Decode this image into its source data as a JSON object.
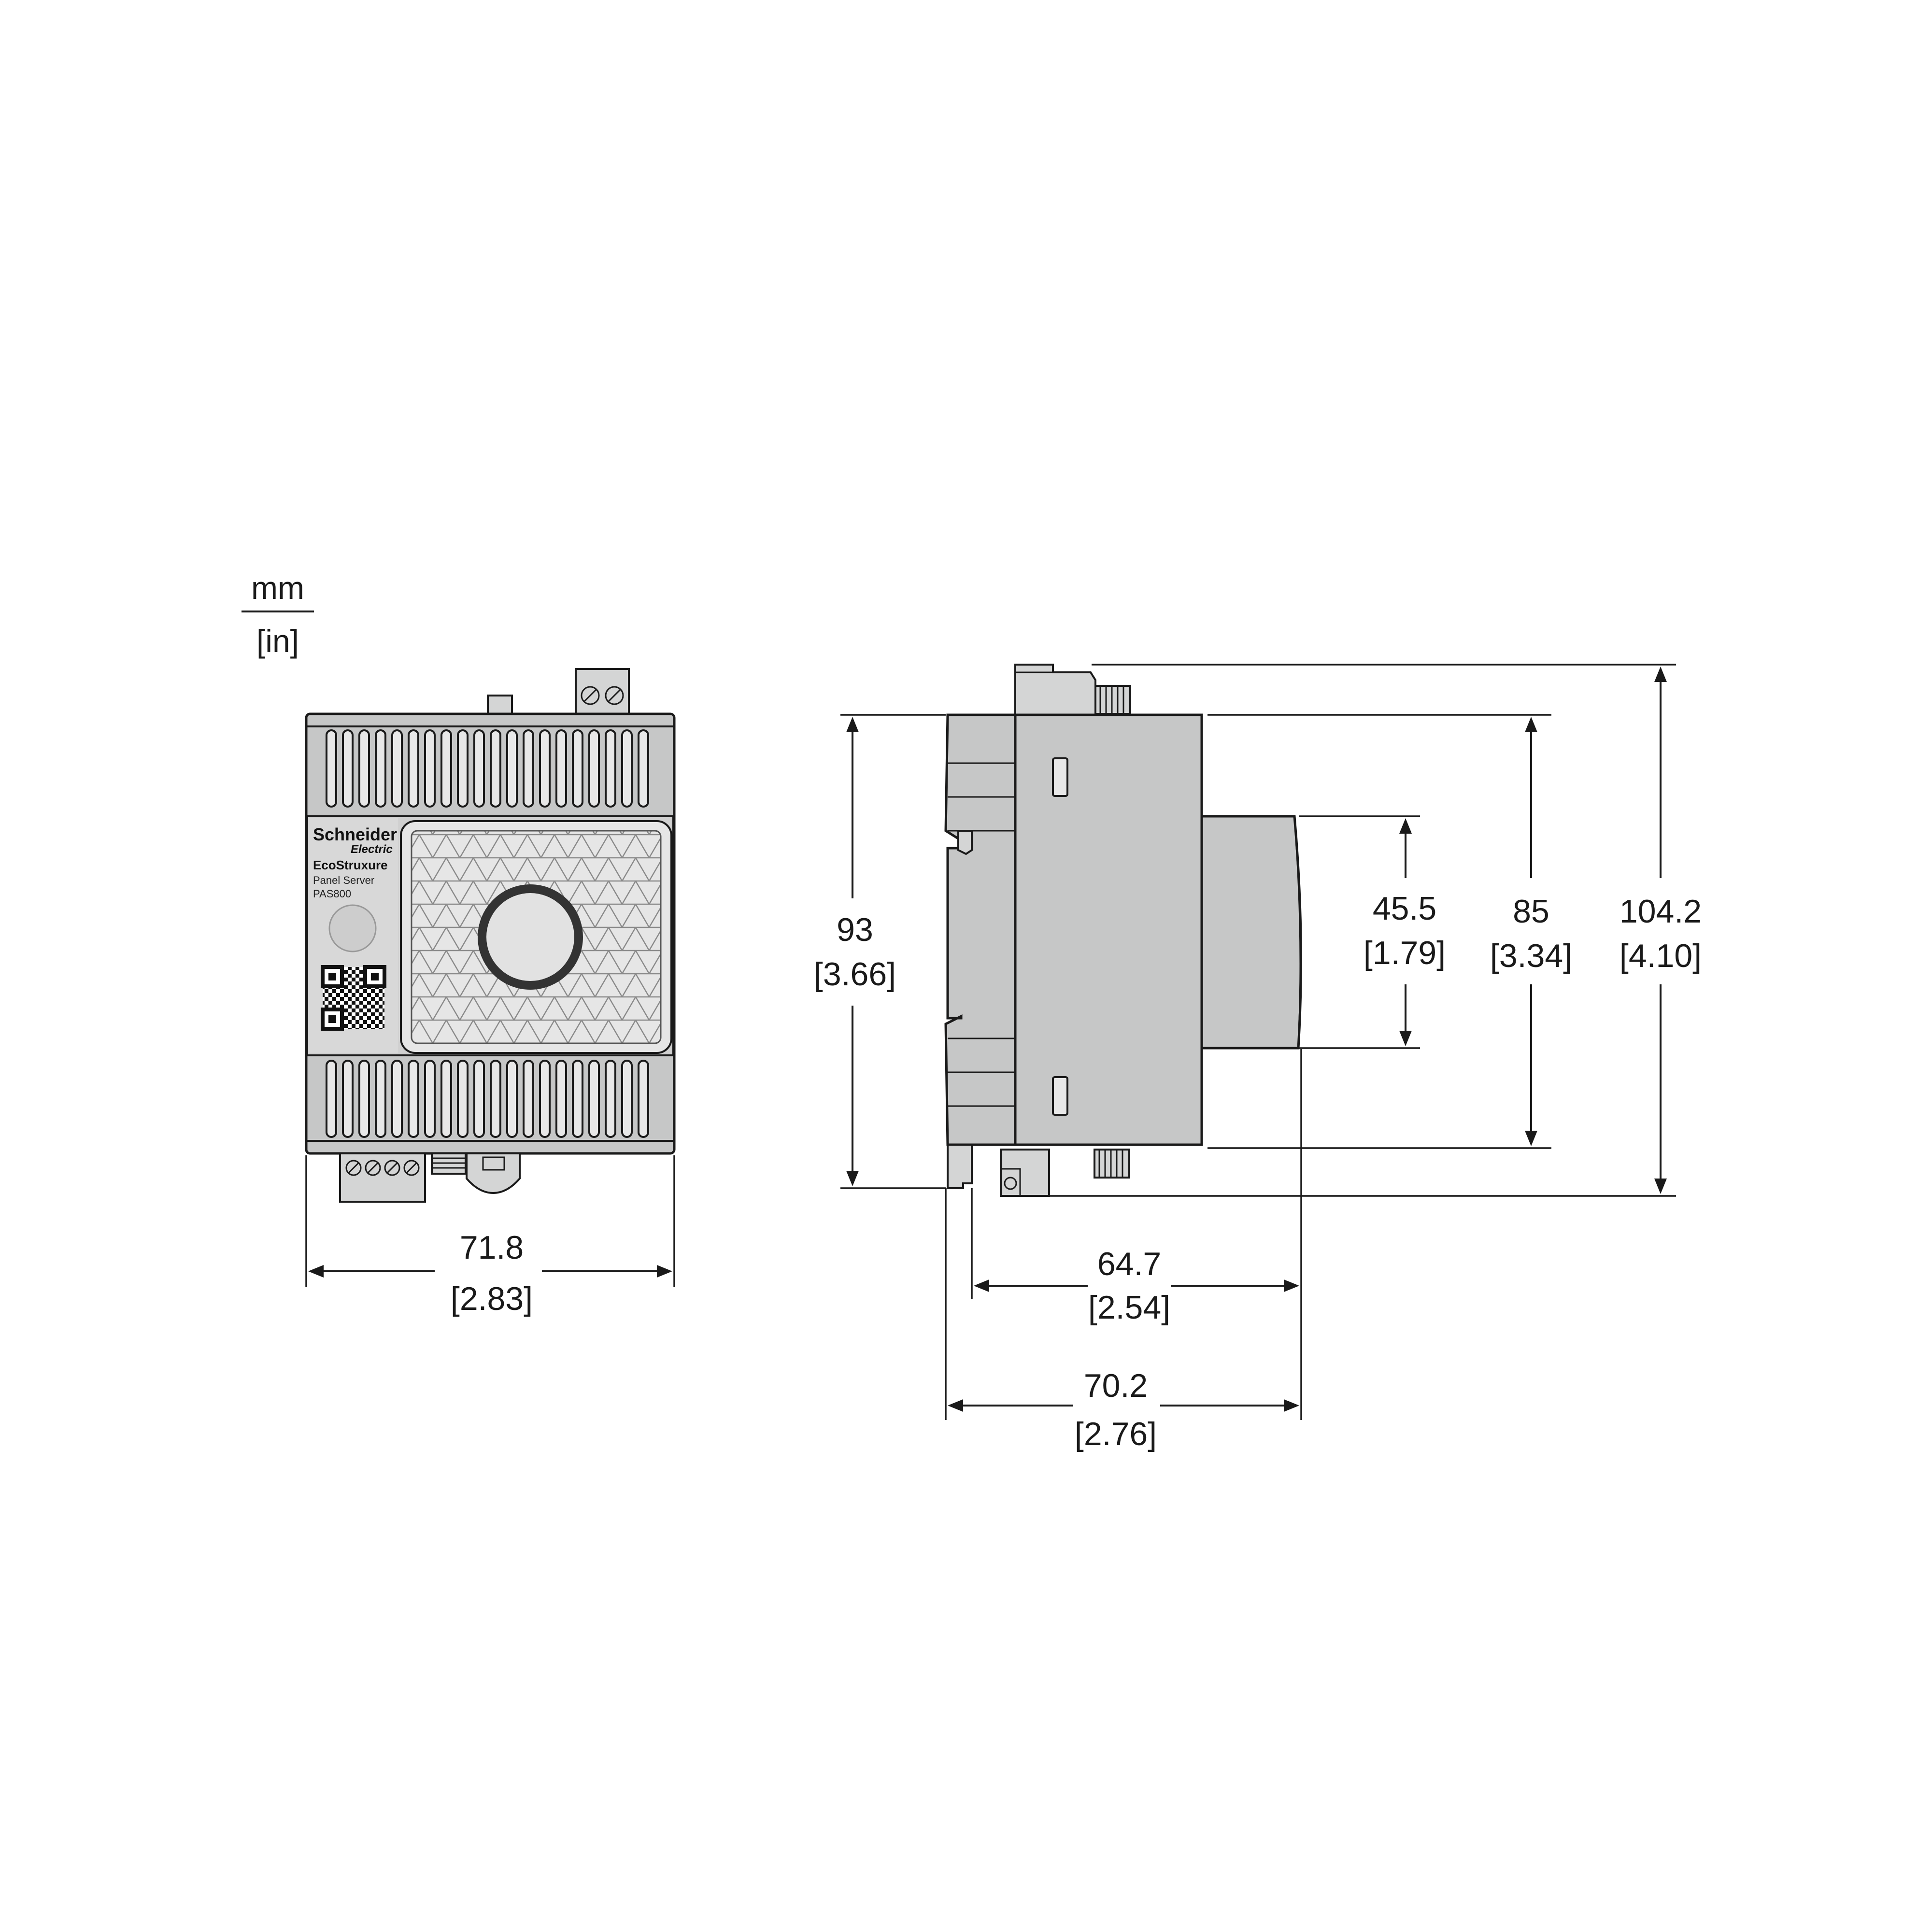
{
  "units": {
    "primary": "mm",
    "secondary": "[in]"
  },
  "product": {
    "brand_line1": "Schneider",
    "brand_line2": "Electric",
    "product_line": "EcoStruxure",
    "product_name": "Panel Server",
    "model": "PAS800"
  },
  "front_view": {
    "width": {
      "mm": "71.8",
      "in": "[2.83]"
    }
  },
  "side_view": {
    "height_body": {
      "mm": "93",
      "in": "[3.66]"
    },
    "height_window": {
      "mm": "45.5",
      "in": "[1.79]"
    },
    "height_front": {
      "mm": "85",
      "in": "[3.34]"
    },
    "height_total": {
      "mm": "104.2",
      "in": "[4.10]"
    },
    "depth_front": {
      "mm": "64.7",
      "in": "[2.54]"
    },
    "depth_total": {
      "mm": "70.2",
      "in": "[2.76]"
    }
  },
  "colors": {
    "body": "#c6c7c7",
    "line": "#1a1a1a"
  }
}
